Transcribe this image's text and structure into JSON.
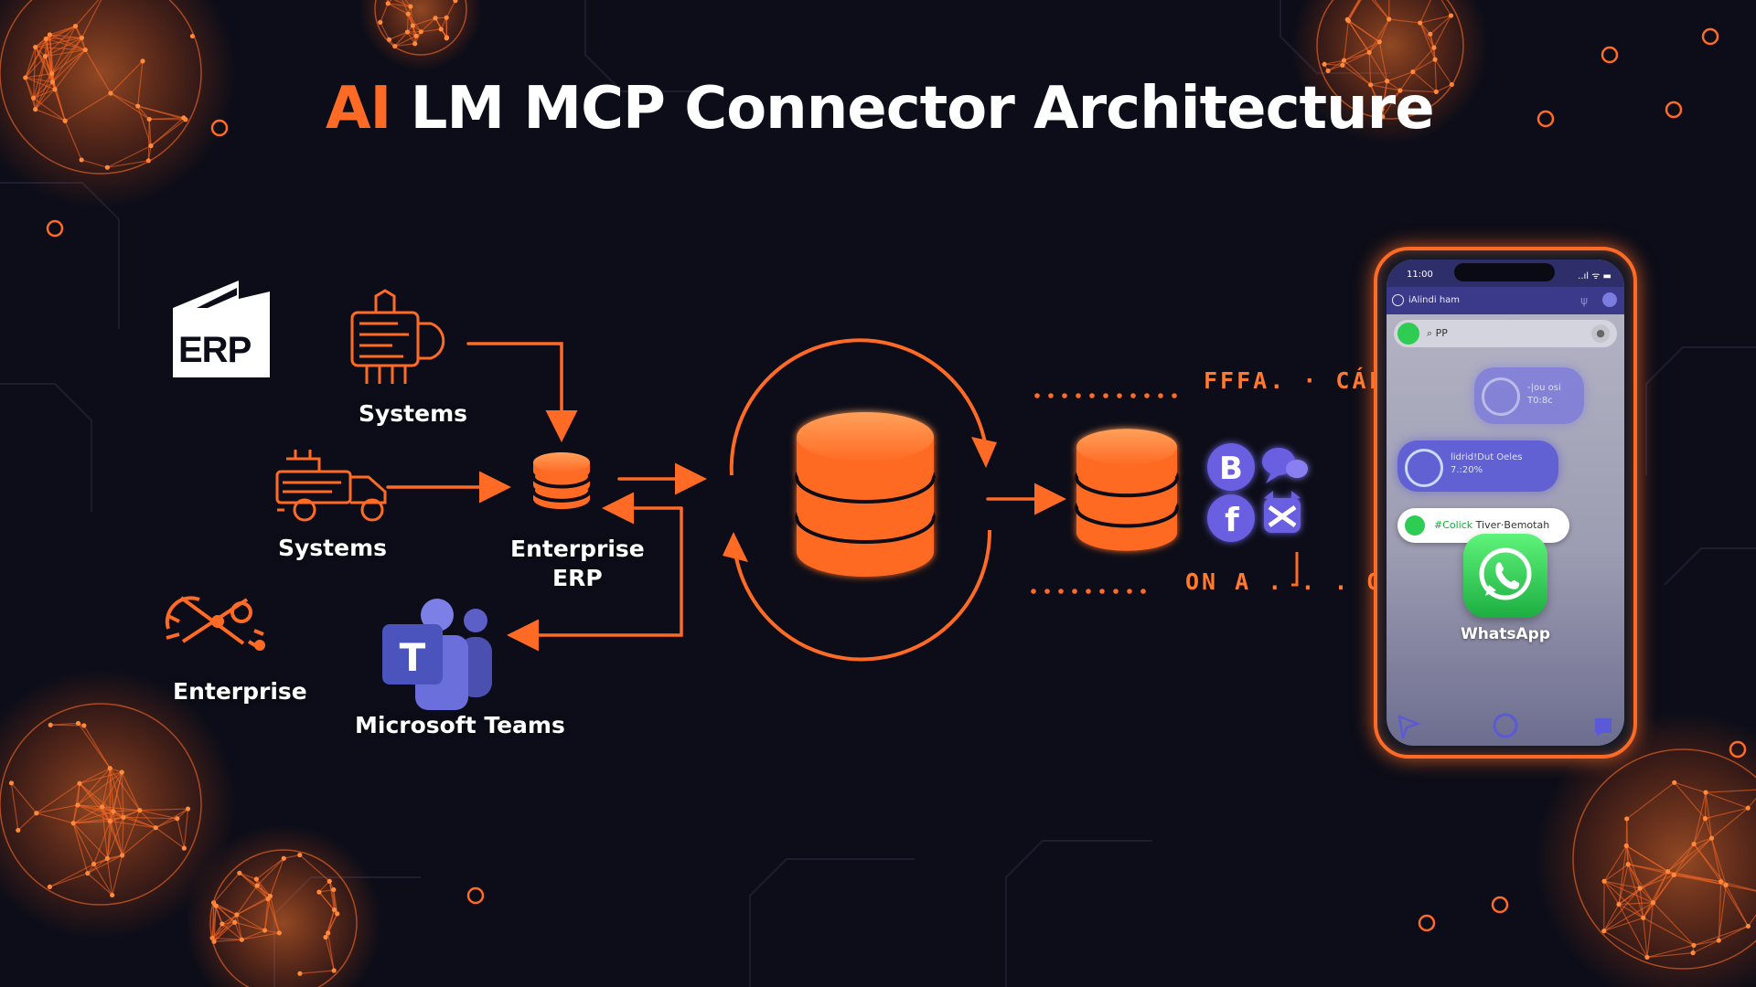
{
  "title": {
    "accent": "AI",
    "rest": "LM MCP Connector Architecture"
  },
  "nodes": {
    "erp_logo": "ERP",
    "systems_top": "Systems",
    "systems_left": "Systems",
    "enterprise_erp": [
      "Enterprise",
      "ERP"
    ],
    "enterprise": "Enterprise",
    "teams": "Microsoft Teams",
    "teams_letter": "T"
  },
  "connector_labels": {
    "top": "FFFA. · CÁL",
    "bottom": "ON A . . . OO!"
  },
  "channel_icons": [
    {
      "name": "b-icon",
      "glyph": "B"
    },
    {
      "name": "chat-bubbles-icon",
      "glyph": ""
    },
    {
      "name": "facebook-icon",
      "glyph": "f"
    },
    {
      "name": "bot-icon",
      "glyph": ""
    }
  ],
  "phone": {
    "time": "11:00",
    "signal": "..ıl ᯤ ▬",
    "app_title": "iAlindi ham",
    "search_text": "PP",
    "bubble1": [
      "-|ou osi",
      "T0:8c"
    ],
    "bubble2": [
      "lidrid!Dut Oeles",
      "7.:20%"
    ],
    "bubble3": {
      "highlight": "#Colick",
      "text": "Tiver·Bemotah"
    },
    "app_label": "WhatsApp"
  },
  "colors": {
    "background": "#0c0d18",
    "accent": "#ff6a24",
    "teams": "#5b5fc7",
    "whatsapp": "#25d366"
  }
}
